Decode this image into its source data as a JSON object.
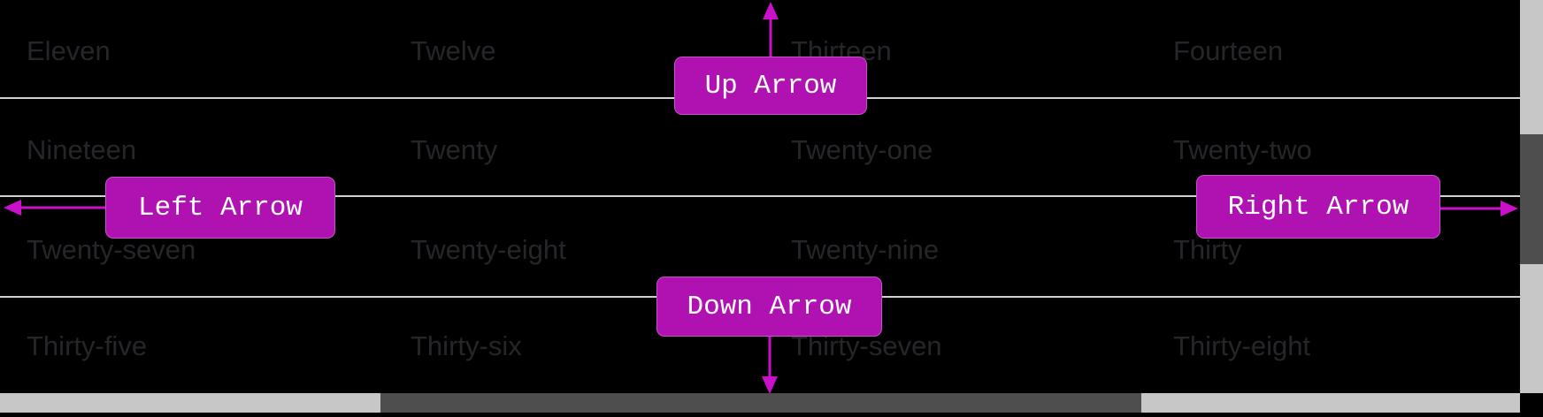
{
  "colors": {
    "background": "#000000",
    "badge": "#b011b1",
    "arrow": "#cb10cb",
    "badge_text": "#ffffff",
    "grid_text": "#26262a",
    "separator": "#d2d2d2",
    "scrollbar_track": "#c7c7c7",
    "scrollbar_thumb": "#4e4e4e"
  },
  "grid": {
    "rows": [
      {
        "cells": [
          "Eleven",
          "Twelve",
          "Thirteen",
          "Fourteen"
        ]
      },
      {
        "cells": [
          "Nineteen",
          "Twenty",
          "Twenty-one",
          "Twenty-two"
        ]
      },
      {
        "cells": [
          "Twenty-seven",
          "Twenty-eight",
          "Twenty-nine",
          "Thirty"
        ]
      },
      {
        "cells": [
          "Thirty-five",
          "Thirty-six",
          "Thirty-seven",
          "Thirty-eight"
        ]
      }
    ]
  },
  "annotations": {
    "up": {
      "label": "Up Arrow"
    },
    "left": {
      "label": "Left Arrow"
    },
    "right": {
      "label": "Right Arrow"
    },
    "down": {
      "label": "Down Arrow"
    }
  }
}
